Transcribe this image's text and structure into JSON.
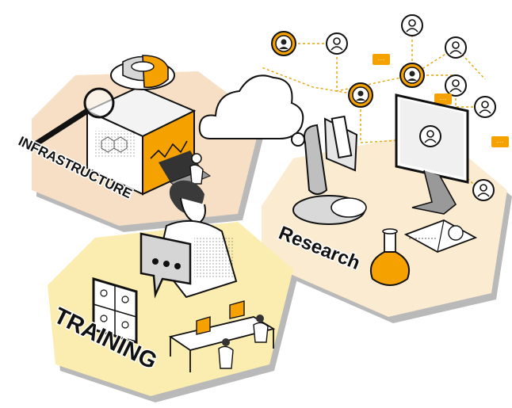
{
  "labels": {
    "infrastructure": "INFRASTRUCTURE",
    "research": "Research",
    "training": "TRAINING"
  },
  "colors": {
    "accent": "#F5A200",
    "infrastructure_tile": "#F6DFC4",
    "research_tile": "#FBEBD0",
    "training_tile": "#FAEDAF",
    "ink": "#111111"
  },
  "icons": {
    "cloud": "cloud-icon",
    "microscope": "microscope-icon",
    "monitor": "monitor-icon",
    "flask": "flask-icon",
    "chat": "chat-bubble-icon",
    "magnifier": "magnifier-icon",
    "server": "server-icon",
    "person": "person-avatar-icon",
    "laptop": "laptop-icon",
    "video_call": "video-call-screen-icon"
  }
}
